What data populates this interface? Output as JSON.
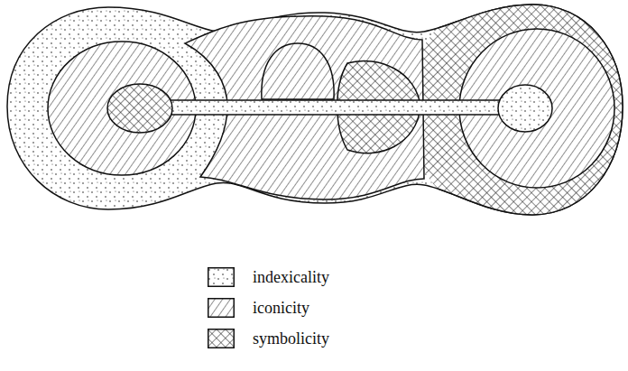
{
  "diagram": {
    "legend": [
      {
        "text": "indexicality"
      },
      {
        "text": "iconicity"
      },
      {
        "text": "symbolicity"
      }
    ]
  }
}
